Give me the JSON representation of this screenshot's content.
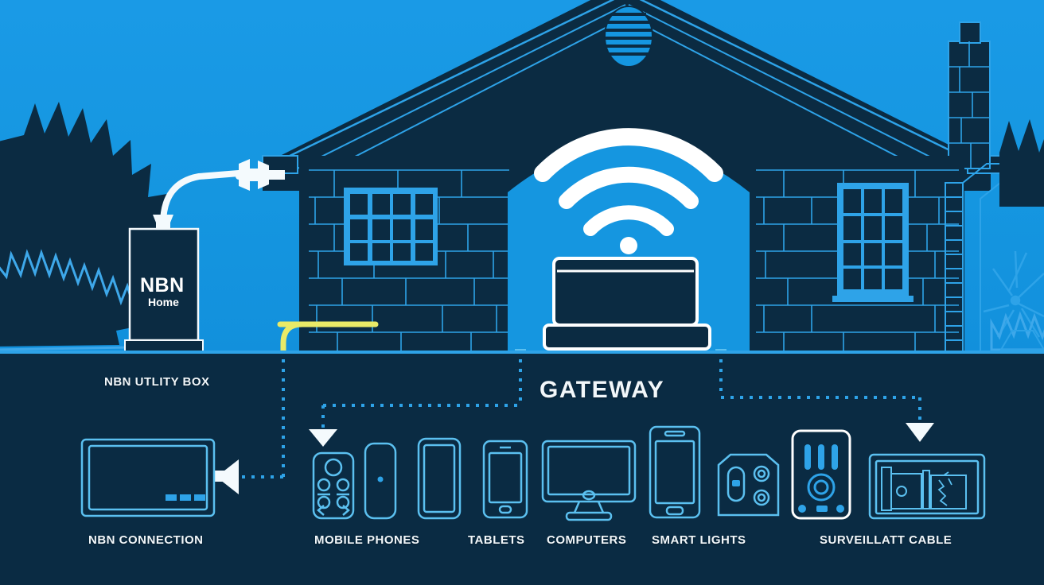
{
  "scene": {
    "title": "NBN home network connection diagram",
    "colors": {
      "sky": "#1596e0",
      "ground": "#0a2b43",
      "house_dark": "#0b2b42",
      "outline_blue": "#2ea3e8",
      "line_light": "#5bc0f0",
      "white": "#ffffff",
      "cable_yellow": "#e9ea67"
    }
  },
  "utility_box": {
    "brand": "NBN",
    "model": "Home",
    "label": "NBN UTLITY BOX"
  },
  "gateway": {
    "label": "GATEWAY"
  },
  "devices": [
    {
      "name": "tv",
      "label": "NBN CONNECTION"
    },
    {
      "name": "mobile-phones",
      "label": "MOBILE PHONES"
    },
    {
      "name": "tablets",
      "label": "TABLETS"
    },
    {
      "name": "computers",
      "label": "COMPUTERS"
    },
    {
      "name": "smart-lights",
      "label": "SMART LIGHTS"
    },
    {
      "name": "surveillance",
      "label": "SURVEILLATT CABLE"
    }
  ],
  "icons": {
    "wifi": "wifi-icon",
    "roof_vent": "roof-vent-icon",
    "chimney": "chimney-icon",
    "laptop": "laptop-icon",
    "tree": "tree-icon",
    "shrub": "shrub-icon",
    "plant": "spiky-plant-icon",
    "drop_cable": "drop-cable-icon",
    "arrow_down": "arrow-down-icon",
    "arrow_left": "arrow-left-icon"
  }
}
